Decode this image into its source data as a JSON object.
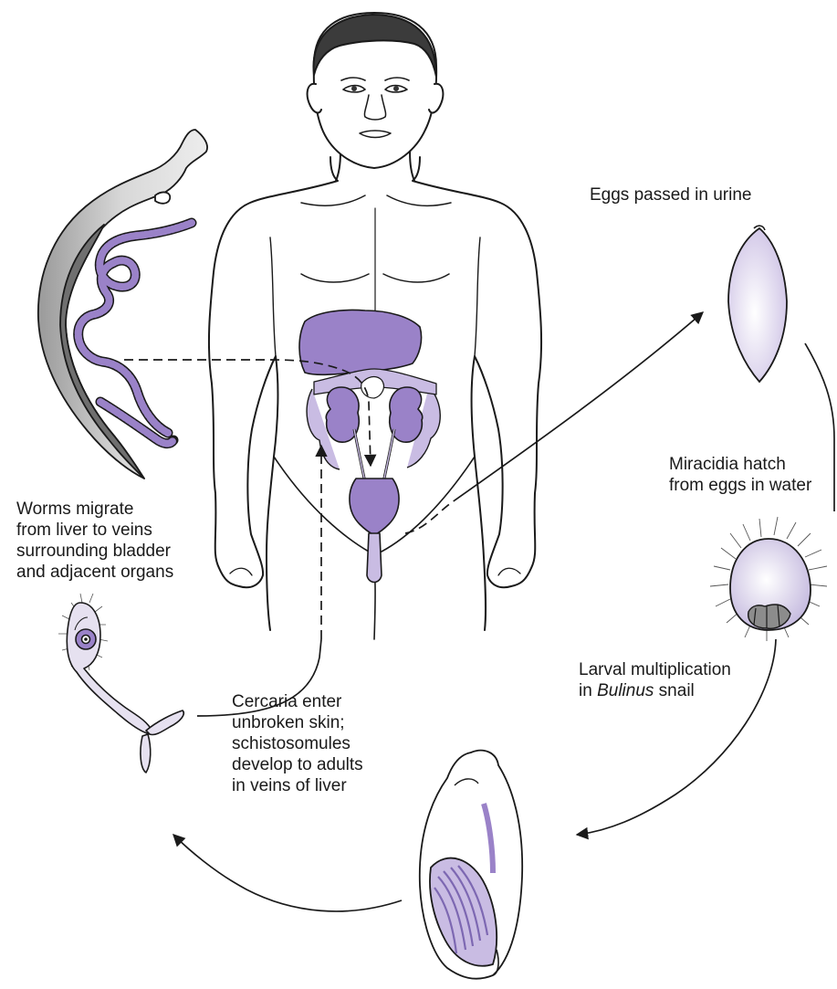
{
  "labels": {
    "eggs_passed": "Eggs passed in urine",
    "miracidia": [
      "Miracidia hatch",
      "from eggs in water"
    ],
    "larval": {
      "line1": "Larval multiplication",
      "line2_prefix": "in ",
      "line2_genus": "Bulinus",
      "line2_suffix": " snail"
    },
    "cercaria": [
      "Cercaria enter",
      "unbroken skin;",
      "schistosomules",
      "develop to adults",
      "in veins of liver"
    ],
    "worms": [
      "Worms migrate",
      "from liver to veins",
      "surrounding bladder",
      "and adjacent organs"
    ]
  },
  "colors": {
    "organ": "#9a82c8",
    "organ_light": "#c9bce3",
    "egg": "#e4ddf1",
    "worm_body": "#cfcfcf",
    "worm_body_dark": "#8c8c8c",
    "snail_stripe": "#7d68b2",
    "line": "#1a1a1a",
    "skin": "#ffffff"
  },
  "icons": [
    "adult-schistosome-pair",
    "schistosome-egg",
    "miracidium",
    "bulinus-snail",
    "cercaria"
  ]
}
